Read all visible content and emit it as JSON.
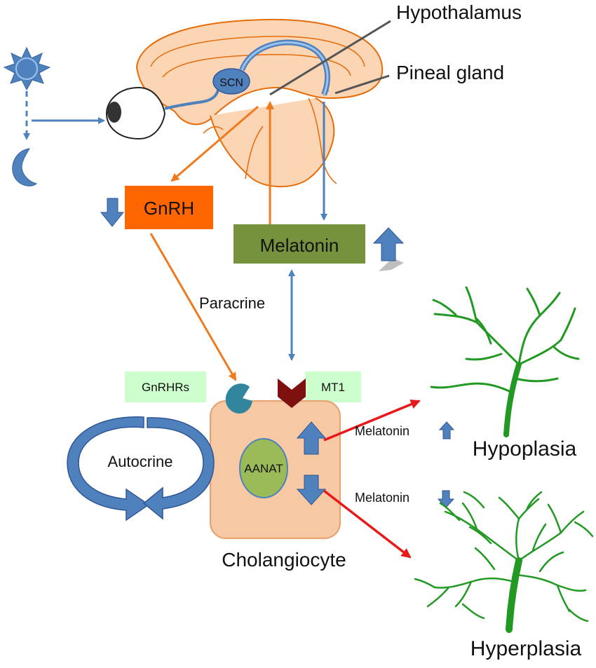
{
  "labels": {
    "hypothalamus": "Hypothalamus",
    "pineal_gland": "Pineal gland",
    "scn": "SCN",
    "gnrh": "GnRH",
    "melatonin": "Melatonin",
    "paracrine": "Paracrine",
    "gnrhrs": "GnRHRs",
    "mt1": "MT1",
    "autocrine": "Autocrine",
    "aanat": "AANAT",
    "cholangiocyte": "Cholangiocyte",
    "melatonin_up": "Melatonin",
    "melatonin_down": "Melatonin",
    "hypoplasia": "Hypoplasia",
    "hyperplasia": "Hyperplasia"
  },
  "colors": {
    "orange_arrow": "#f07a1e",
    "blue_arrow": "#4f81bd",
    "red_arrow": "#e8191b",
    "gnrh_box": "#ff6600",
    "melatonin_box": "#76923c",
    "receptor_label_bg": "#ccffcc",
    "gnrh_receptor": "#31859c",
    "mt1_receptor": "#7f1010",
    "cell_fill": "#f6c8a4",
    "aanat_fill": "#9bbb59",
    "tree_green": "#229922",
    "brain_fill": "#fcd5b4",
    "brain_outline": "#e46c0a"
  },
  "icons": [
    "sun-icon",
    "moon-icon",
    "eye-icon",
    "brain-icon",
    "up-arrow-icon",
    "down-arrow-icon",
    "biliary-tree-icon"
  ]
}
